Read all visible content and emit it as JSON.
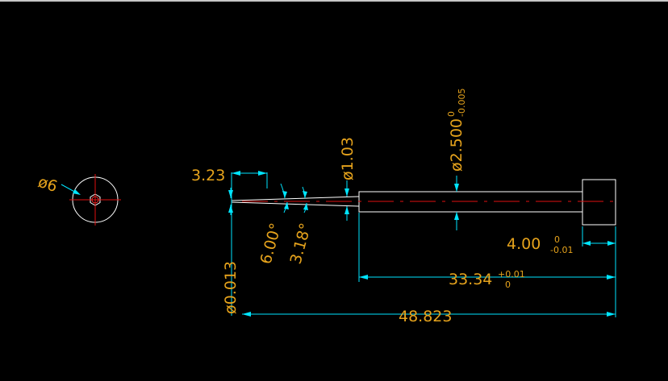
{
  "colors": {
    "background": "#000000",
    "geometry": "#ffffff",
    "centerline": "#e01010",
    "dimension_line": "#00e5ff",
    "dimension_text": "#e6a31c"
  },
  "dimensions": {
    "end_view_diameter": "ø6",
    "tip_length": "3.23",
    "tip_diameter": "ø1.03",
    "shank_diameter": "ø2.500",
    "shank_tol_upper": "0",
    "shank_tol_lower": "-0.005",
    "taper_angle_1": "6.00°",
    "taper_angle_2": "3.18°",
    "point_diameter": "ø0.013",
    "head_length": "4.00",
    "head_tol_upper": "0",
    "head_tol_lower": "-0.01",
    "shank_length": "33.34",
    "shank_len_tol_upper": "+0.01",
    "shank_len_tol_lower": "0",
    "overall_length": "48.823"
  }
}
